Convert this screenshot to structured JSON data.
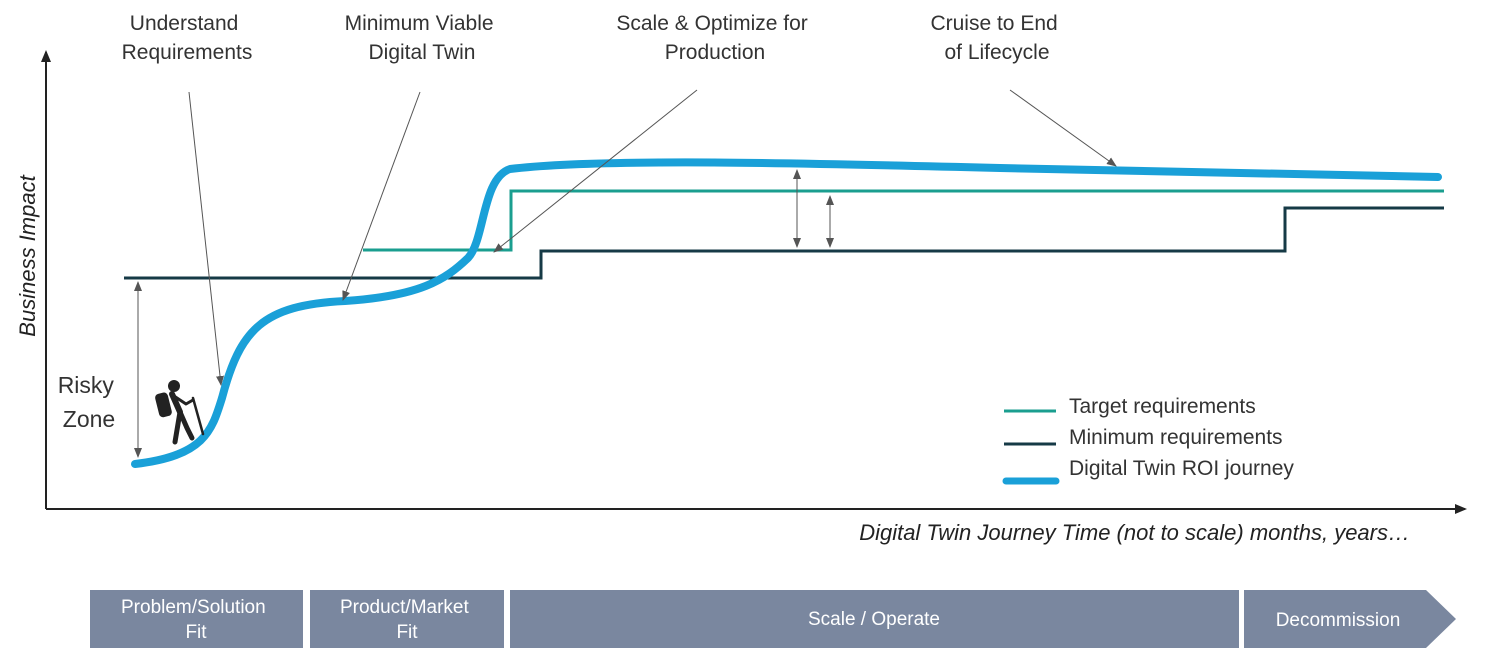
{
  "annotations": {
    "understand": [
      "Understand",
      "Requirements"
    ],
    "mvdt": [
      "Minimum Viable",
      "Digital Twin"
    ],
    "scale": [
      "Scale & Optimize for",
      "Production"
    ],
    "cruise": [
      "Cruise to End",
      "of Lifecycle"
    ],
    "risky": [
      "Risky",
      "Zone"
    ]
  },
  "axes": {
    "y_label": "Business Impact",
    "x_label": "Digital Twin Journey Time (not to scale) months, years…"
  },
  "legend": {
    "target": "Target requirements",
    "minimum": "Minimum requirements",
    "journey": "Digital Twin ROI journey"
  },
  "phases": {
    "problem": [
      "Problem/Solution",
      "Fit"
    ],
    "product": [
      "Product/Market",
      "Fit"
    ],
    "scale": "Scale / Operate",
    "decommission": "Decommission"
  },
  "colors": {
    "target": "#1a9e8f",
    "minimum": "#163a46",
    "journey": "#1aa0d8",
    "phase_fill": "#7a879f",
    "axis": "#222222"
  },
  "icons": [
    "hiker-icon"
  ]
}
